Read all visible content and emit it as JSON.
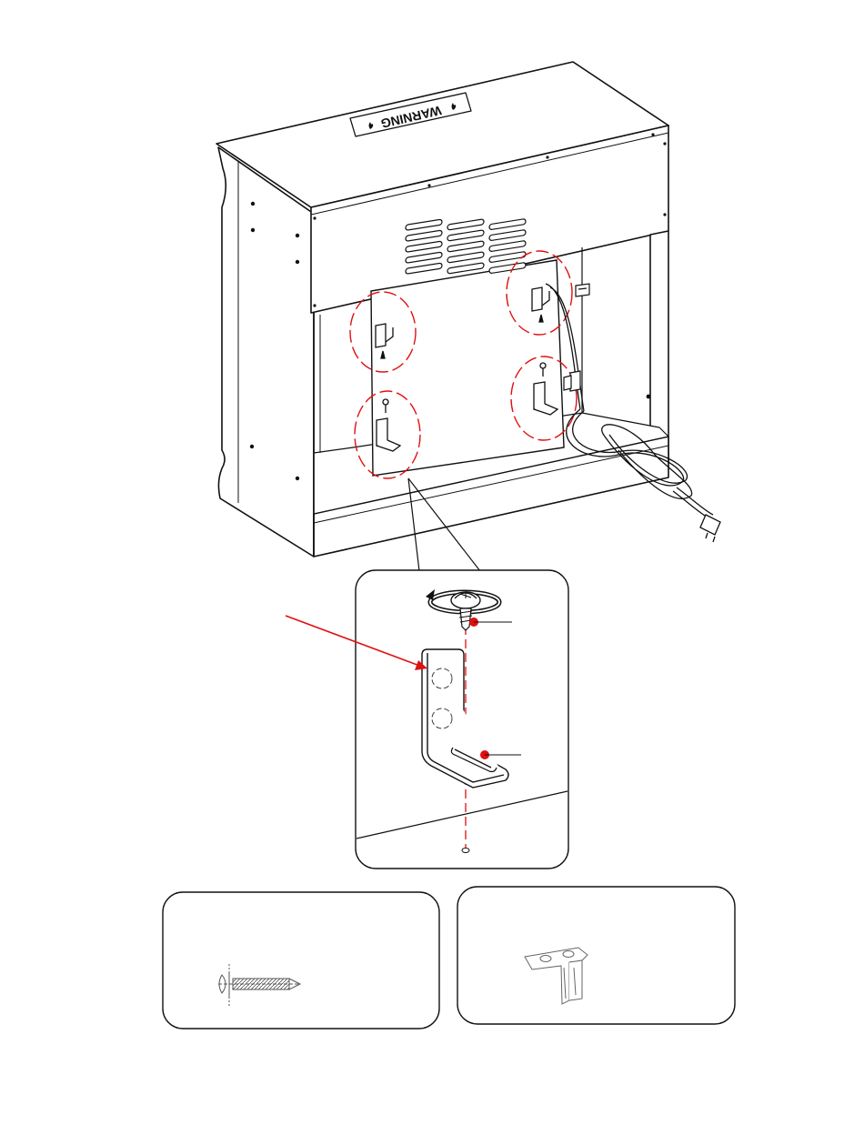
{
  "diagram": {
    "warning_label": "WARNING",
    "colors": {
      "line": "#111111",
      "highlight": "#e01010",
      "paper": "#ffffff"
    }
  },
  "parts": [
    {
      "name": "screw",
      "icon": "screw-icon"
    },
    {
      "name": "l-bracket",
      "icon": "l-bracket-icon"
    }
  ]
}
